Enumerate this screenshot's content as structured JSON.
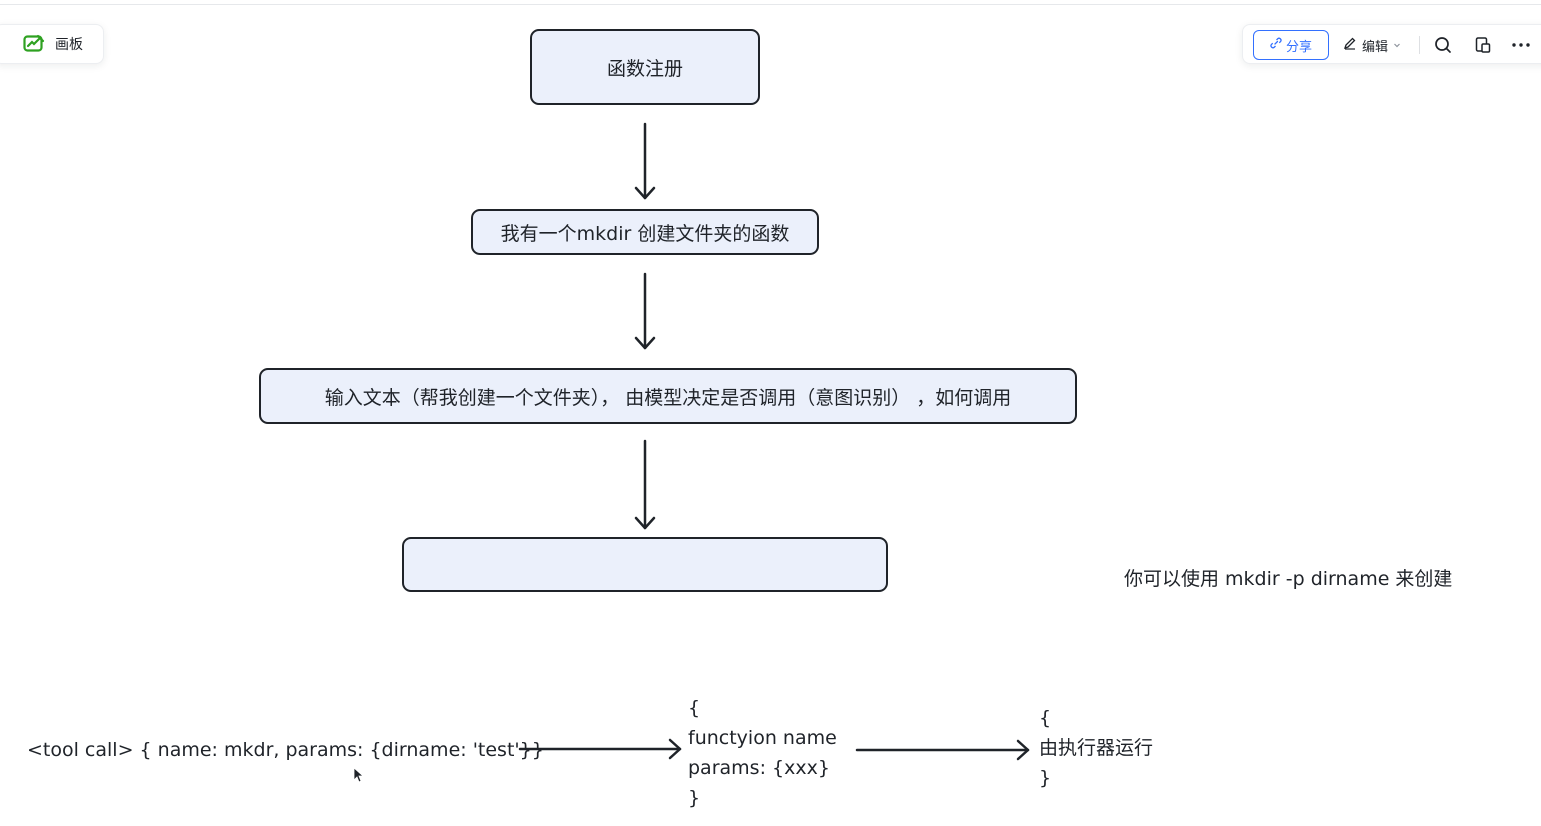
{
  "toolbar_left": {
    "board_label": "画板",
    "board_icon": "whiteboard-icon"
  },
  "toolbar_right": {
    "share_label": "分享",
    "share_icon": "link-icon",
    "edit_label": "编辑",
    "edit_icon": "pencil-icon",
    "dropdown_icon": "chevron-down-icon",
    "search_icon": "search-icon",
    "copy_icon": "copy-icon",
    "more_icon": "more-icon",
    "accent_color": "#3370ff"
  },
  "flow": {
    "node1": "函数注册",
    "node2": "我有一个mkdir 创建文件夹的函数",
    "node3": "输入文本（帮我创建一个文件夹），  由模型决定是否调用（意图识别）  ，如何调用",
    "node4": "",
    "node_fill": "#ebf0fb"
  },
  "side_note": "你可以使用 mkdir -p  dirname 来创建",
  "bottom": {
    "tool_call": "<tool call> {  name: mkdr,  params: {dirname: 'test'}}",
    "function_block": {
      "open": "{",
      "name_line": "functyion name",
      "params_line": " params: {xxx}",
      "close": "}"
    },
    "executor_block": {
      "open": "{",
      "text": "由执行器运行",
      "close": "}"
    }
  }
}
